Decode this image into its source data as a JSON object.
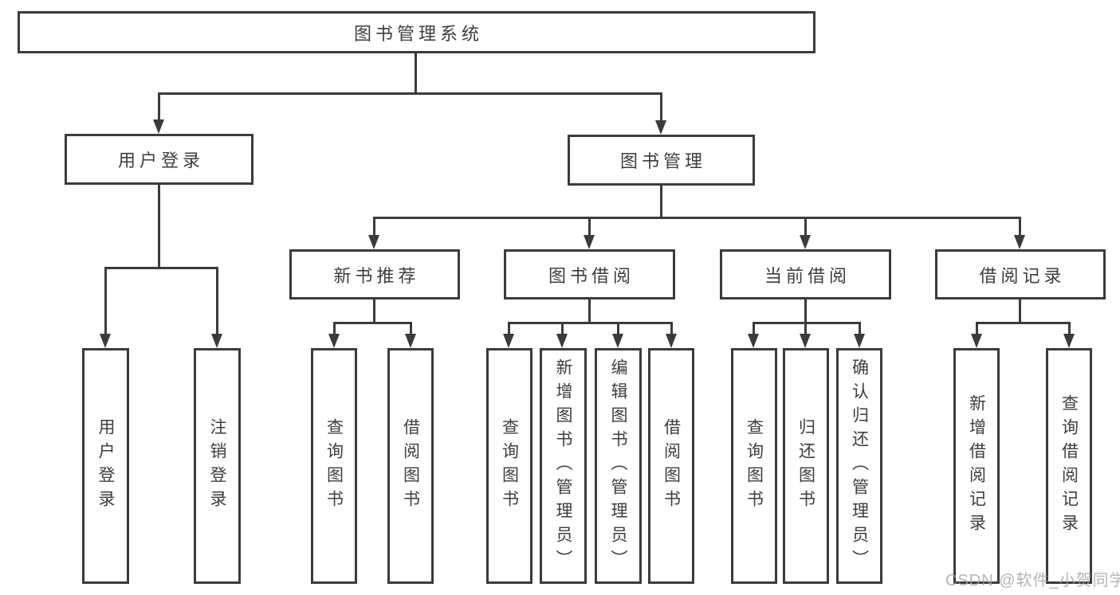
{
  "diagram": {
    "title": "图书管理系统",
    "nodes": {
      "root": "图书管理系统",
      "user_login": "用户登录",
      "book_mgmt": "图书管理",
      "new_book_rec": "新书推荐",
      "book_borrow": "图书借阅",
      "current_borrow": "当前借阅",
      "borrow_records": "借阅记录",
      "leaf_user_login": "用户登录",
      "leaf_logout": "注销登录",
      "leaf_nb_query": "查询图书",
      "leaf_nb_borrow": "借阅图书",
      "leaf_bb_query": "查询图书",
      "leaf_bb_add": "新增图书（管理员）",
      "leaf_bb_edit": "编辑图书（管理员）",
      "leaf_bb_borrow": "借阅图书",
      "leaf_cb_query": "查询图书",
      "leaf_cb_return": "归还图书",
      "leaf_cb_confirm": "确认归还（管理员）",
      "leaf_br_add": "新增借阅记录",
      "leaf_br_query": "查询借阅记录"
    },
    "edges": [
      [
        "图书管理系统",
        "用户登录"
      ],
      [
        "图书管理系统",
        "图书管理"
      ],
      [
        "用户登录",
        "用户登录(叶)"
      ],
      [
        "用户登录",
        "注销登录"
      ],
      [
        "图书管理",
        "新书推荐"
      ],
      [
        "图书管理",
        "图书借阅"
      ],
      [
        "图书管理",
        "当前借阅"
      ],
      [
        "图书管理",
        "借阅记录"
      ],
      [
        "新书推荐",
        "查询图书"
      ],
      [
        "新书推荐",
        "借阅图书"
      ],
      [
        "图书借阅",
        "查询图书"
      ],
      [
        "图书借阅",
        "新增图书（管理员）"
      ],
      [
        "图书借阅",
        "编辑图书（管理员）"
      ],
      [
        "图书借阅",
        "借阅图书"
      ],
      [
        "当前借阅",
        "查询图书"
      ],
      [
        "当前借阅",
        "归还图书"
      ],
      [
        "当前借阅",
        "确认归还（管理员）"
      ],
      [
        "借阅记录",
        "新增借阅记录"
      ],
      [
        "借阅记录",
        "查询借阅记录"
      ]
    ],
    "colors": {
      "line": "#3b3b3b",
      "text": "#3d3d3d",
      "background": "#ffffff",
      "watermark": "#9ea3a8"
    }
  },
  "watermark": {
    "text": "CSDN @软件_小贺同学"
  }
}
